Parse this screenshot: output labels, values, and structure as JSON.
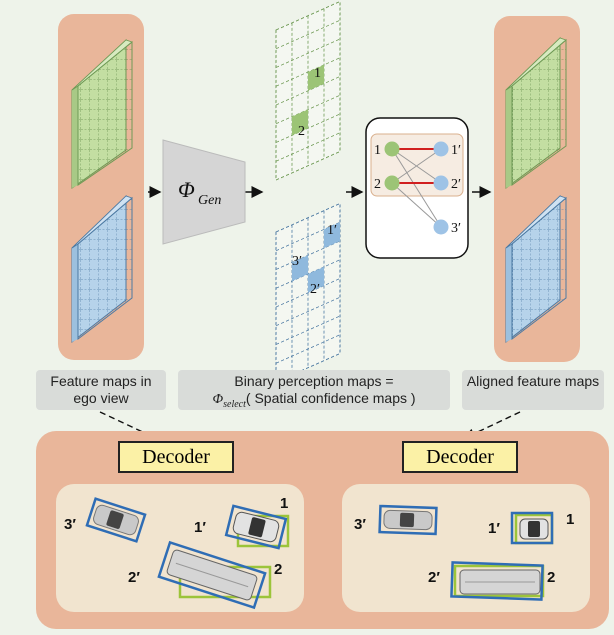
{
  "colors": {
    "background": "#eef3ea",
    "panel_salmon": "#e9b69a",
    "green_map": "#c3dea2",
    "blue_map": "#b6d3ea",
    "match_line": "#d11f1f",
    "green_box": "#9cc43a",
    "blue_box": "#2f6db5",
    "decoder_fill": "#fbf1a6"
  },
  "generator": {
    "symbol": "Φ",
    "subscript": "Gen"
  },
  "green_map_cells": [
    "1",
    "2"
  ],
  "blue_map_cells": [
    "1′",
    "3′",
    "2′"
  ],
  "matching": {
    "left_nodes": [
      "1",
      "2"
    ],
    "right_nodes": [
      "1′",
      "2′",
      "3′"
    ]
  },
  "captions": {
    "left": "Feature maps in ego view",
    "middle_line1": "Binary perception maps =",
    "middle_phi": "Φ",
    "middle_sub": "select",
    "middle_line2": "( Spatial confidence maps )",
    "right": "Aligned feature maps"
  },
  "decoder_label": "Decoder",
  "scene_left": {
    "labels": [
      "3′",
      "1′",
      "1",
      "2′",
      "2"
    ]
  },
  "scene_right": {
    "labels": [
      "3′",
      "1′",
      "1",
      "2′",
      "2"
    ]
  }
}
